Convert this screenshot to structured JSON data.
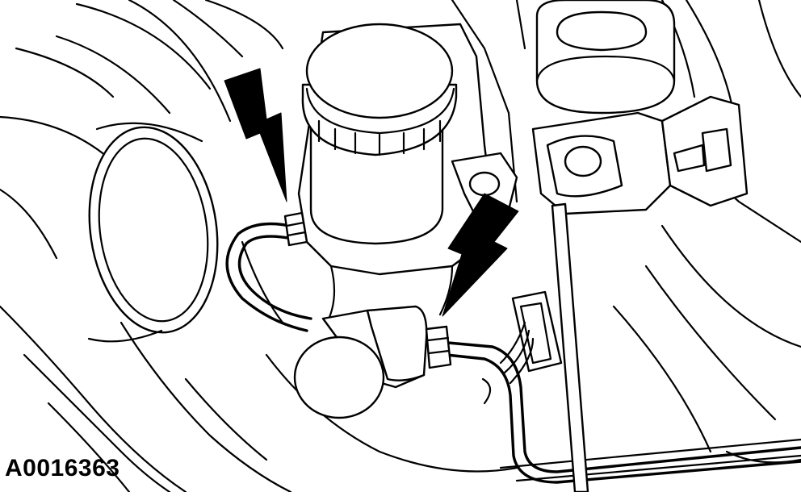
{
  "figure": {
    "id_label": "A0016363"
  },
  "callouts": [
    {
      "name": "arrow-left",
      "points_to": "reservoir-pipe-nut"
    },
    {
      "name": "arrow-right",
      "points_to": "master-cylinder-pipe-nut"
    }
  ],
  "colors": {
    "line": "#000000",
    "background": "#ffffff"
  }
}
